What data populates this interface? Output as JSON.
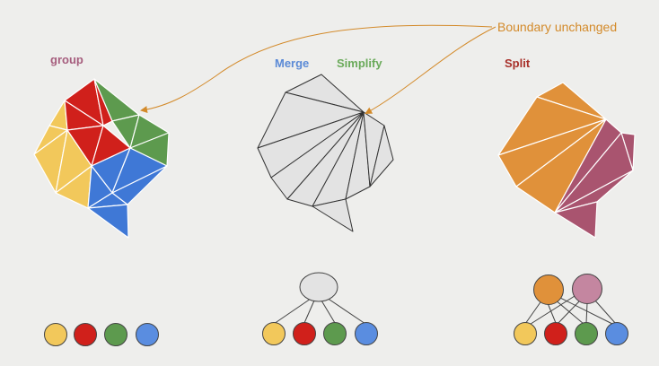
{
  "labels": {
    "group": "group",
    "merge": "Merge",
    "simplify": "Simplify",
    "split": "Split",
    "callout": "Boundary unchanged"
  },
  "colors": {
    "background": "#eeeeec",
    "yellow": "#f2c85b",
    "red": "#d0201b",
    "green": "#5d9a4e",
    "blue": "#3f78d6",
    "blue_circle": "#5a8de0",
    "orange": "#e0913a",
    "mauve": "#a9546f",
    "mauve_circle": "#c486a0",
    "gray_fill": "#e3e3e3",
    "stroke_dark": "#333333",
    "arrow": "#d38a2a",
    "group_label": "#a65e7e",
    "merge_label": "#5b8ad6",
    "simplify_label": "#6aaa5a",
    "split_label": "#a8302a",
    "callout_text": "#d38a2a"
  },
  "legend": {
    "left_circles": [
      "yellow",
      "red",
      "green",
      "blue"
    ],
    "middle_top": [
      "gray"
    ],
    "middle_bottom": [
      "yellow",
      "red",
      "green",
      "blue"
    ],
    "right_top": [
      "orange",
      "mauve"
    ],
    "right_bottom": [
      "yellow",
      "red",
      "green",
      "blue"
    ]
  }
}
